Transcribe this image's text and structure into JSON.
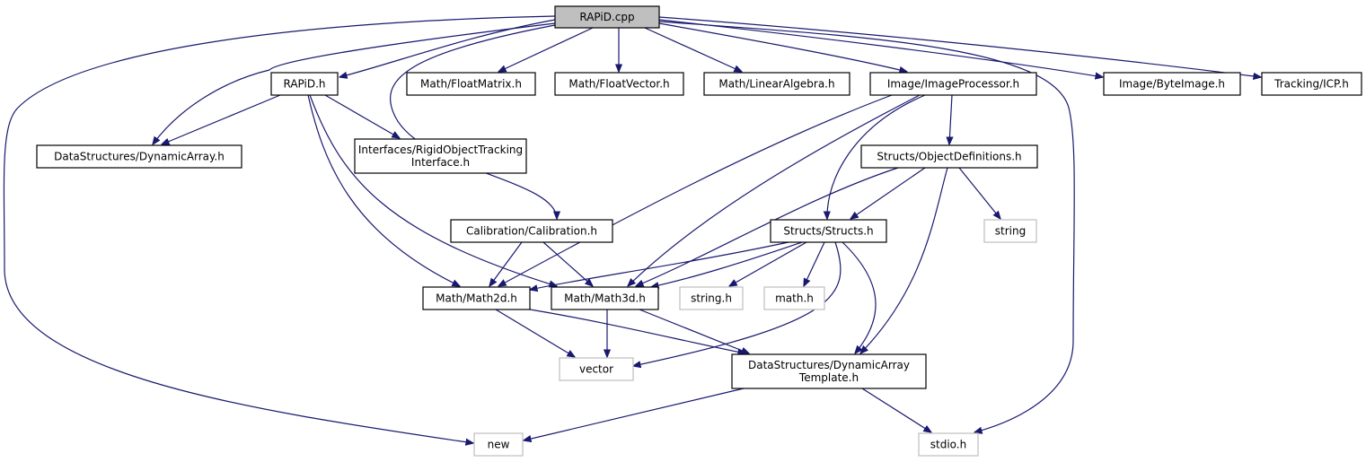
{
  "diagram": {
    "type": "include-dependency-graph",
    "edge_color": "#191970",
    "root_fill": "#bfbfbf",
    "system_header_border": "#bfbfbf",
    "nodes": [
      {
        "id": "rapid_cpp",
        "label": [
          "RAPiD.cpp"
        ],
        "kind": "root"
      },
      {
        "id": "rapid_h",
        "label": [
          "RAPiD.h"
        ],
        "kind": "project"
      },
      {
        "id": "floatmatrix",
        "label": [
          "Math/FloatMatrix.h"
        ],
        "kind": "project"
      },
      {
        "id": "floatvector",
        "label": [
          "Math/FloatVector.h"
        ],
        "kind": "project"
      },
      {
        "id": "linearalgebra",
        "label": [
          "Math/LinearAlgebra.h"
        ],
        "kind": "project"
      },
      {
        "id": "imageprocessor",
        "label": [
          "Image/ImageProcessor.h"
        ],
        "kind": "project"
      },
      {
        "id": "byteimage",
        "label": [
          "Image/ByteImage.h"
        ],
        "kind": "project"
      },
      {
        "id": "icp",
        "label": [
          "Tracking/ICP.h"
        ],
        "kind": "project"
      },
      {
        "id": "dynarray",
        "label": [
          "DataStructures/DynamicArray.h"
        ],
        "kind": "project"
      },
      {
        "id": "rigidobj",
        "label": [
          "Interfaces/RigidObjectTracking",
          "Interface.h"
        ],
        "kind": "project"
      },
      {
        "id": "objdefs",
        "label": [
          "Structs/ObjectDefinitions.h"
        ],
        "kind": "project"
      },
      {
        "id": "calibration",
        "label": [
          "Calibration/Calibration.h"
        ],
        "kind": "project"
      },
      {
        "id": "structs",
        "label": [
          "Structs/Structs.h"
        ],
        "kind": "project"
      },
      {
        "id": "string",
        "label": [
          "string"
        ],
        "kind": "system"
      },
      {
        "id": "math2d",
        "label": [
          "Math/Math2d.h"
        ],
        "kind": "project"
      },
      {
        "id": "math3d",
        "label": [
          "Math/Math3d.h"
        ],
        "kind": "project"
      },
      {
        "id": "string_h",
        "label": [
          "string.h"
        ],
        "kind": "system"
      },
      {
        "id": "math_h",
        "label": [
          "math.h"
        ],
        "kind": "system"
      },
      {
        "id": "vector",
        "label": [
          "vector"
        ],
        "kind": "system"
      },
      {
        "id": "dynarraytpl",
        "label": [
          "DataStructures/DynamicArray",
          "Template.h"
        ],
        "kind": "project"
      },
      {
        "id": "new",
        "label": [
          "new"
        ],
        "kind": "system"
      },
      {
        "id": "stdio",
        "label": [
          "stdio.h"
        ],
        "kind": "system"
      }
    ],
    "edges": [
      {
        "from": "rapid_cpp",
        "to": "rapid_h"
      },
      {
        "from": "rapid_cpp",
        "to": "floatmatrix"
      },
      {
        "from": "rapid_cpp",
        "to": "floatvector"
      },
      {
        "from": "rapid_cpp",
        "to": "linearalgebra"
      },
      {
        "from": "rapid_cpp",
        "to": "imageprocessor"
      },
      {
        "from": "rapid_cpp",
        "to": "byteimage"
      },
      {
        "from": "rapid_cpp",
        "to": "icp"
      },
      {
        "from": "rapid_cpp",
        "to": "dynarray"
      },
      {
        "from": "rapid_cpp",
        "to": "calibration"
      },
      {
        "from": "rapid_cpp",
        "to": "new"
      },
      {
        "from": "rapid_cpp",
        "to": "stdio"
      },
      {
        "from": "rapid_h",
        "to": "dynarray"
      },
      {
        "from": "rapid_h",
        "to": "rigidobj"
      },
      {
        "from": "rapid_h",
        "to": "math2d"
      },
      {
        "from": "rapid_h",
        "to": "math3d"
      },
      {
        "from": "imageprocessor",
        "to": "objdefs"
      },
      {
        "from": "imageprocessor",
        "to": "structs"
      },
      {
        "from": "imageprocessor",
        "to": "math2d"
      },
      {
        "from": "imageprocessor",
        "to": "math3d"
      },
      {
        "from": "objdefs",
        "to": "structs"
      },
      {
        "from": "objdefs",
        "to": "string"
      },
      {
        "from": "objdefs",
        "to": "math3d"
      },
      {
        "from": "objdefs",
        "to": "dynarraytpl"
      },
      {
        "from": "calibration",
        "to": "math2d"
      },
      {
        "from": "calibration",
        "to": "math3d"
      },
      {
        "from": "structs",
        "to": "math2d"
      },
      {
        "from": "structs",
        "to": "math3d"
      },
      {
        "from": "structs",
        "to": "string_h"
      },
      {
        "from": "structs",
        "to": "math_h"
      },
      {
        "from": "structs",
        "to": "vector"
      },
      {
        "from": "structs",
        "to": "dynarraytpl"
      },
      {
        "from": "math2d",
        "to": "vector"
      },
      {
        "from": "math2d",
        "to": "dynarraytpl"
      },
      {
        "from": "math3d",
        "to": "vector"
      },
      {
        "from": "math3d",
        "to": "dynarraytpl"
      },
      {
        "from": "dynarraytpl",
        "to": "new"
      },
      {
        "from": "dynarraytpl",
        "to": "stdio"
      }
    ]
  }
}
